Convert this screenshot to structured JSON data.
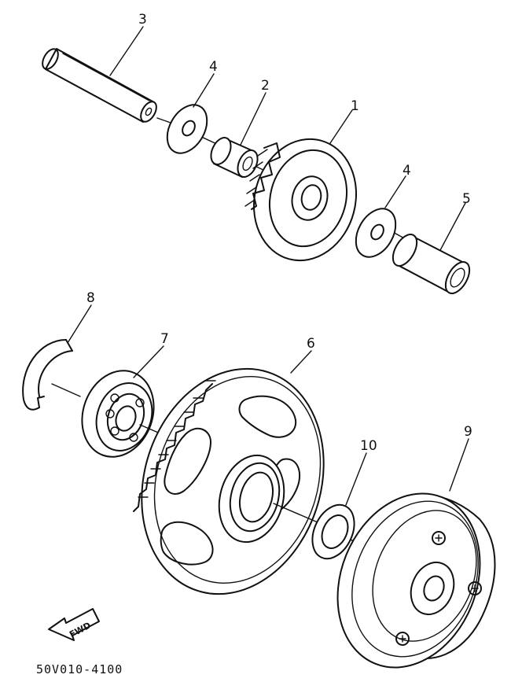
{
  "diagram": {
    "callouts": [
      {
        "id": "1",
        "label": "1"
      },
      {
        "id": "2",
        "label": "2"
      },
      {
        "id": "3",
        "label": "3"
      },
      {
        "id": "4a",
        "label": "4"
      },
      {
        "id": "4b",
        "label": "4"
      },
      {
        "id": "5",
        "label": "5"
      },
      {
        "id": "6",
        "label": "6"
      },
      {
        "id": "7",
        "label": "7"
      },
      {
        "id": "8",
        "label": "8"
      },
      {
        "id": "9",
        "label": "9"
      },
      {
        "id": "10",
        "label": "10"
      }
    ],
    "direction_arrow_label": "FWD",
    "drawing_code": "50V010-4100"
  }
}
